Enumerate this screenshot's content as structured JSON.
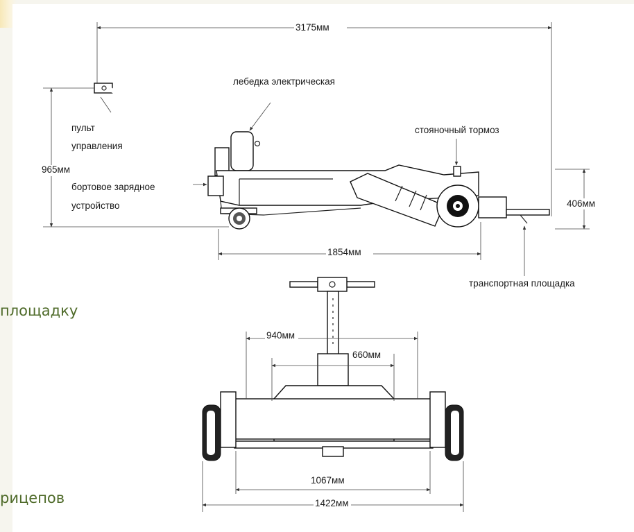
{
  "side_view": {
    "overall_length": "3175мм",
    "overall_height": "965мм",
    "deck_height": "406мм",
    "wheelbase": "1854мм",
    "labels": {
      "winch": "лебедка электрическая",
      "control_line1": "пульт",
      "control_line2": "управления",
      "charger_line1": "бортовое зарядное",
      "charger_line2": "устройство",
      "parking_brake": "стояночный тормоз",
      "platform": "транспортная площадка"
    }
  },
  "front_view": {
    "dim_940": "940мм",
    "dim_660": "660мм",
    "dim_1067": "1067мм",
    "dim_1422": "1422мм"
  },
  "background_text": {
    "line1": "площадку",
    "line2": "рицепов"
  }
}
